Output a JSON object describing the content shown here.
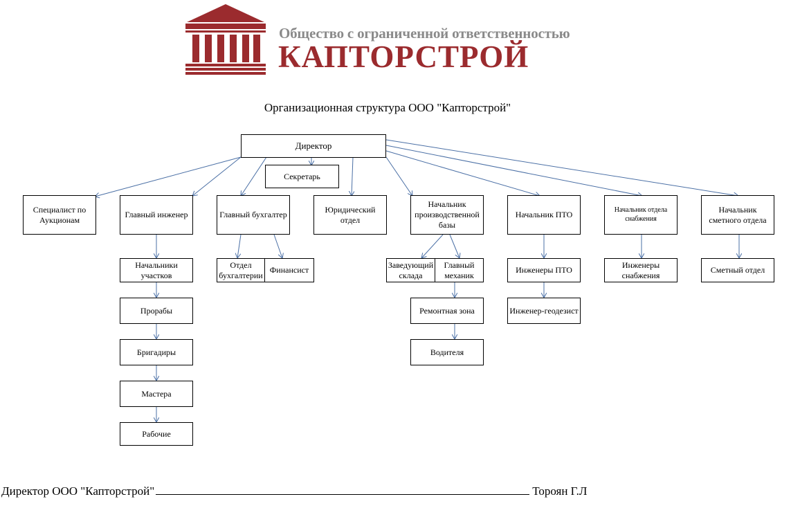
{
  "header": {
    "company_line1": "Общество с ограниченной ответственностью",
    "company_name": "КАПТОРСТРОЙ",
    "logo_icon": "building-columns-icon",
    "brand_color": "#9b2b2e"
  },
  "title": "Организационная структура ООО \"Капторстрой\"",
  "nodes": {
    "director": "Директор",
    "secretary": "Секретарь",
    "auction_specialist": "Специалист по Аукционам",
    "chief_engineer": "Главный инженер",
    "chief_accountant": "Главный бухгалтер",
    "legal_department": "Юридический отдел",
    "production_base_head": "Начальник производственной базы",
    "pto_head": "Начальник ПТО",
    "supply_head": "Начальник отдела снабжения",
    "estimate_head": "Начальник сметного отдела",
    "site_heads": "Начальники участков",
    "foremen": "Прорабы",
    "brigadiers": "Бригадиры",
    "masters": "Мастера",
    "workers": "Рабочие",
    "accounting_department": "Отдел бухгалтерии",
    "financier": "Финансист",
    "warehouse_manager": "Заведующий склада",
    "chief_mechanic": "Главный механик",
    "repair_zone": "Ремонтная зона",
    "drivers": "Водителя",
    "pto_engineers": "Инженеры ПТО",
    "geodesist": "Инженер-геодезист",
    "supply_engineers": "Инженеры снабжения",
    "estimate_department": "Сметный отдел"
  },
  "footer": {
    "signature_label": "Директор ООО \"Капторстрой\"",
    "signatory": "Тороян Г.Л"
  },
  "colors": {
    "connector": "#4a6fa5"
  }
}
